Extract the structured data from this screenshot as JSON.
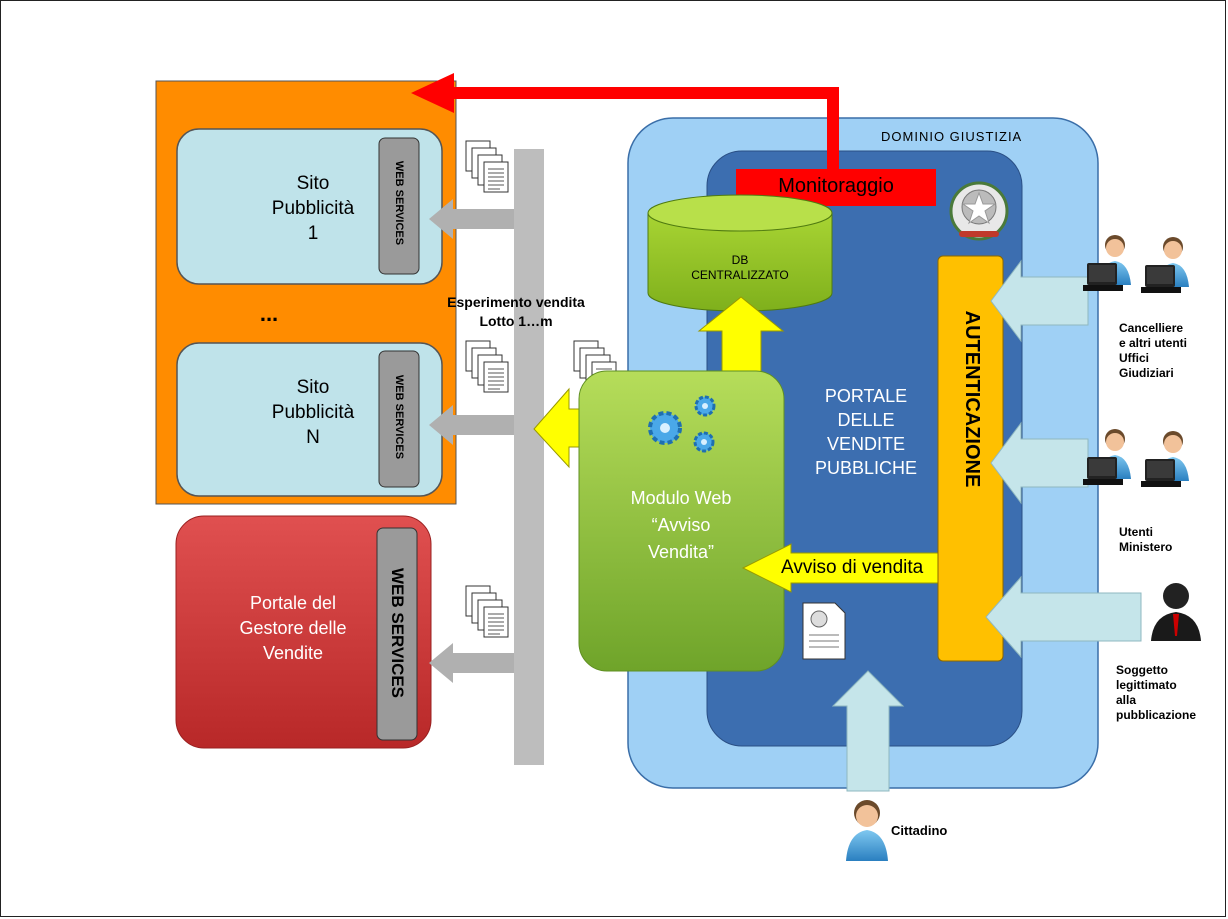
{
  "orange_group": {
    "site1": {
      "line1": "Sito",
      "line2": "Pubblicità",
      "line3": "1",
      "ws": "WEB SERVICES"
    },
    "ellipsis": "...",
    "siteN": {
      "line1": "Sito",
      "line2": "Pubblicità",
      "line3": "N",
      "ws": "WEB SERVICES"
    }
  },
  "gestore": {
    "line1": "Portale del",
    "line2": "Gestore delle",
    "line3": "Vendite",
    "ws": "WEB SERVICES"
  },
  "esperimento": {
    "line1": "Esperimento vendita",
    "line2": "Lotto 1…m"
  },
  "dominio_label": "DOMINIO GIUSTIZIA",
  "monitoraggio": "Monitoraggio",
  "db": {
    "line1": "DB",
    "line2": "CENTRALIZZATO"
  },
  "modulo": {
    "line1": "Modulo Web",
    "line2": "“Avviso",
    "line3": "Vendita”"
  },
  "portale": {
    "line1": "PORTALE",
    "line2": "DELLE",
    "line3": "VENDITE",
    "line4": "PUBBLICHE"
  },
  "autenticazione": "AUTENTICAZIONE",
  "avviso_di_vendita": "Avviso di vendita",
  "actors": {
    "cancelliere": {
      "line1": "Cancelliere",
      "line2": "e altri utenti",
      "line3": "Uffici",
      "line4": "Giudiziari"
    },
    "ministero": {
      "line1": "Utenti",
      "line2": "Ministero"
    },
    "soggetto": {
      "line1": "Soggetto",
      "line2": "legittimato",
      "line3": "alla",
      "line4": "pubblicazione"
    },
    "cittadino": "Cittadino"
  },
  "colors": {
    "orange": "#ff8c00",
    "site_box": "#bfe3ea",
    "gestore": "#cc3333",
    "dominio_outer": "#9fd0f5",
    "dominio_inner": "#3c6eb0",
    "db": "#8fc31f",
    "modulo": "#8dc63f",
    "yellow": "#ffff00",
    "auth": "#ffc000",
    "red": "#ff0000",
    "arrow_gray": "#b0b0b0",
    "arrow_cyan": "#c5e5ea"
  }
}
